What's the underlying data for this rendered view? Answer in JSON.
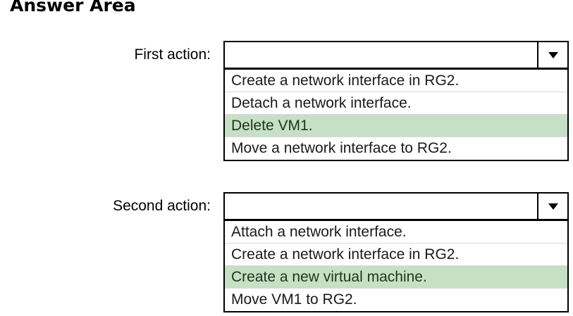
{
  "page": {
    "title": "Answer Area"
  },
  "icons": {
    "dropdown_caret": "chevron-down-icon"
  },
  "colors": {
    "selected_background": "#c6e0c6",
    "selected_text": "#22341f",
    "border": "#000000",
    "row_separator": "#d8d8d8",
    "page_background": "#ffffff"
  },
  "questions": [
    {
      "id": "first-action",
      "label": "First action:",
      "selected_value": "",
      "placeholder": "",
      "options": [
        {
          "label": "Create a network interface in RG2.",
          "selected": false
        },
        {
          "label": "Detach a network interface.",
          "selected": false
        },
        {
          "label": "Delete VM1.",
          "selected": true
        },
        {
          "label": "Move a network interface to RG2.",
          "selected": false
        }
      ]
    },
    {
      "id": "second-action",
      "label": "Second action:",
      "selected_value": "",
      "placeholder": "",
      "options": [
        {
          "label": "Attach a network interface.",
          "selected": false
        },
        {
          "label": "Create a network interface in RG2.",
          "selected": false
        },
        {
          "label": "Create a new virtual machine.",
          "selected": true
        },
        {
          "label": "Move VM1 to RG2.",
          "selected": false
        }
      ]
    }
  ]
}
